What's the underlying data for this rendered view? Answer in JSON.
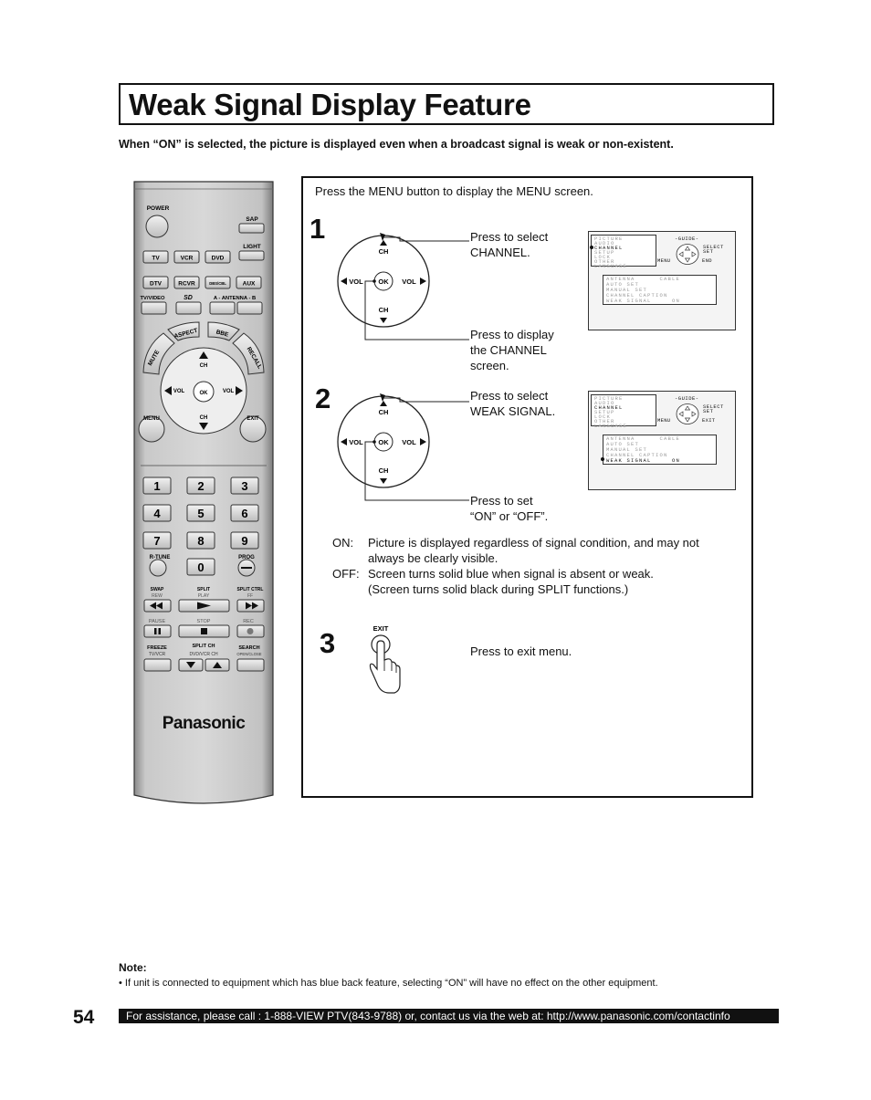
{
  "page": {
    "title": "Weak Signal Display Feature",
    "subtitle": "When “ON” is selected, the picture is displayed even when a broadcast signal is weak or non-existent.",
    "page_number": "54",
    "footer": "For assistance, please call : 1-888-VIEW PTV(843-9788) or, contact us via the web at: http://www.panasonic.com/contactinfo"
  },
  "remote": {
    "brand": "Panasonic",
    "power": "POWER",
    "sap": "SAP",
    "light": "LIGHT",
    "source_row1": [
      "TV",
      "VCR",
      "DVD"
    ],
    "source_row2": [
      "DTV",
      "RCVR",
      "DBS/CBL",
      "AUX"
    ],
    "tvvideo": "TV/VIDEO",
    "sd": "SD",
    "antenna": "A - ANTENNA - B",
    "arc": [
      "MUTE",
      "ASPECT",
      "BBE",
      "RECALL"
    ],
    "ch": "CH",
    "vol": "VOL",
    "ok": "OK",
    "menu": "MENU",
    "exit": "EXIT",
    "digits": [
      "1",
      "2",
      "3",
      "4",
      "5",
      "6",
      "7",
      "8",
      "9",
      "0"
    ],
    "rtune": "R-TUNE",
    "prog": "PROG",
    "transport_labels": [
      [
        "SWAP",
        "REW"
      ],
      [
        "SPLIT",
        "PLAY"
      ],
      [
        "SPLIT CTRL",
        "FF"
      ]
    ],
    "pause": "PAUSE",
    "stop": "STOP",
    "rec": "REC",
    "bottom_labels": [
      [
        "FREEZE",
        "TV/VCR"
      ],
      [
        "SPLIT CH",
        "DVD/VCR CH"
      ],
      [
        "SEARCH",
        "OPEN/CLOSE"
      ]
    ]
  },
  "instructions": {
    "intro": "Press the MENU button to display the MENU screen.",
    "step1_num": "1",
    "step1_a": [
      "Press to select",
      "CHANNEL."
    ],
    "step1_b": [
      "Press to display",
      "the CHANNEL",
      "screen."
    ],
    "step2_num": "2",
    "step2_a": [
      "Press to select",
      "WEAK SIGNAL."
    ],
    "step2_b": [
      "Press to set",
      "“ON” or “OFF”."
    ],
    "on_label": "ON:",
    "on_text": [
      "Picture is displayed regardless of signal condition, and may not",
      "always be clearly visible."
    ],
    "off_label": "OFF:",
    "off_text": [
      "Screen turns solid blue when signal is absent or weak.",
      "(Screen turns solid black during SPLIT functions.)"
    ],
    "step3_num": "3",
    "step3_text": "Press to exit menu.",
    "exit_label": "EXIT"
  },
  "osd": {
    "guide": "-GUIDE-",
    "menu_items": [
      "PICTURE",
      "AUDIO",
      "CHANNEL",
      "SETUP",
      "LOCK",
      "OTHER",
      "LANGUAGE"
    ],
    "select": "SELECT",
    "set": "SET",
    "menu": "MENU",
    "end": "END",
    "exit": "EXIT",
    "sub1": [
      "ANTENNA      CABLE",
      "AUTO SET",
      "MANUAL SET",
      "CHANNEL CAPTION",
      "WEAK SIGNAL     ON"
    ],
    "sub2": [
      "ANTENNA      CABLE",
      "AUTO SET",
      "MANUAL SET",
      "CHANNEL CAPTION",
      "WEAK SIGNAL     ON"
    ]
  },
  "note": {
    "title": "Note:",
    "text": "•  If unit is connected to equipment which has blue back feature, selecting “ON” will have no effect on the other equipment."
  }
}
